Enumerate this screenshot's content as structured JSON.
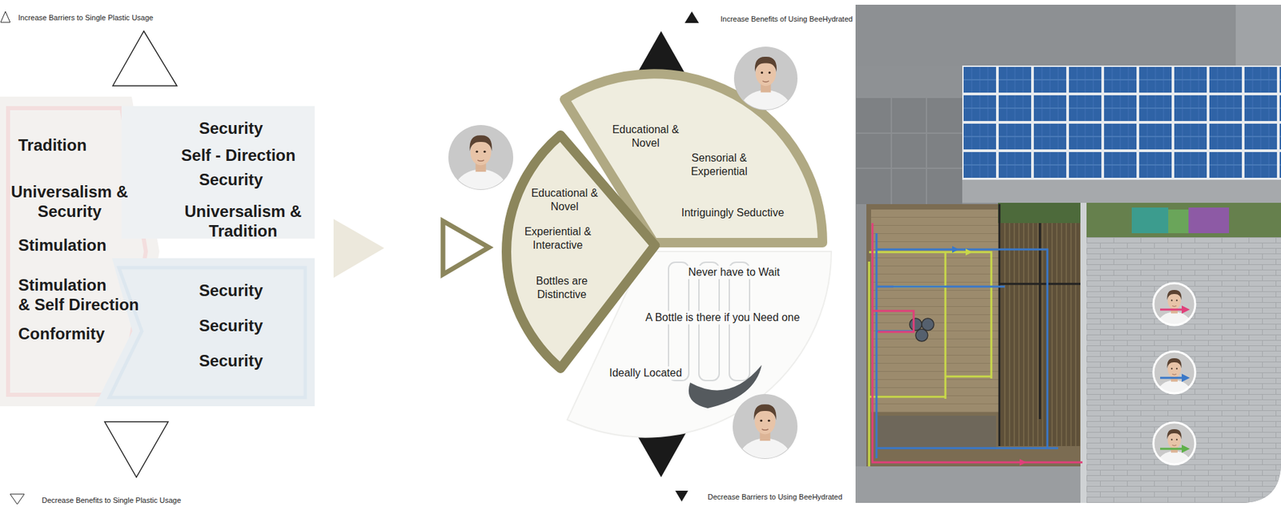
{
  "diagram": {
    "nodes": [
      {
        "text": [
          "Tradition",
          "Universalism & Security",
          "Stimulation",
          "Stimulation & Self Direction",
          "Conformity"
        ]
      },
      {
        "text": [
          "Security",
          "Self - Direction",
          "Security",
          "Universalism & Tradition",
          "Security",
          "Security",
          "Security"
        ]
      },
      {
        "text": [
          "Educational & Novel",
          "Experiential & Interactive",
          "Bottles are Distinctive"
        ]
      },
      {
        "text": [
          "Educational & Novel",
          "Sensorial & Experiential",
          "Intriguingly Seductive"
        ]
      },
      {
        "text": [
          "Never have to Wait",
          "A Bottle is there if you Need one",
          "Ideally Located"
        ]
      }
    ],
    "labels": [
      "Increase Barriers to Single Plastic Usage",
      "Decrease Benefits to Single Plastic Usage",
      "Increase Benefits of Using BeeHydrated",
      "Decrease Barriers to Using BeeHydrated"
    ]
  }
}
